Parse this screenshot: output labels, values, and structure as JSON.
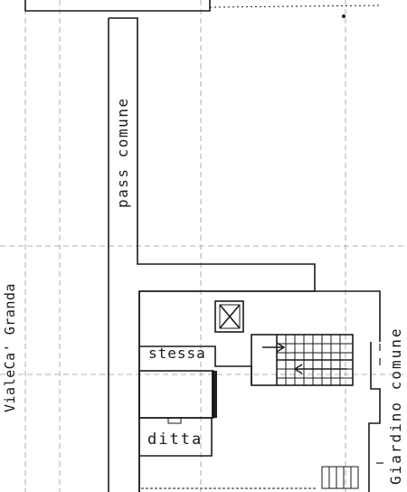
{
  "labels": {
    "street": "VialeCa' Granda",
    "common_passage": "pass comune",
    "same_owner": "stessa",
    "company": "ditta",
    "common_garden": "Giardino  comune"
  },
  "colors": {
    "ink": "#1a1a1a",
    "grid": "#9a9a9a",
    "fill": "#1f1f1f"
  }
}
